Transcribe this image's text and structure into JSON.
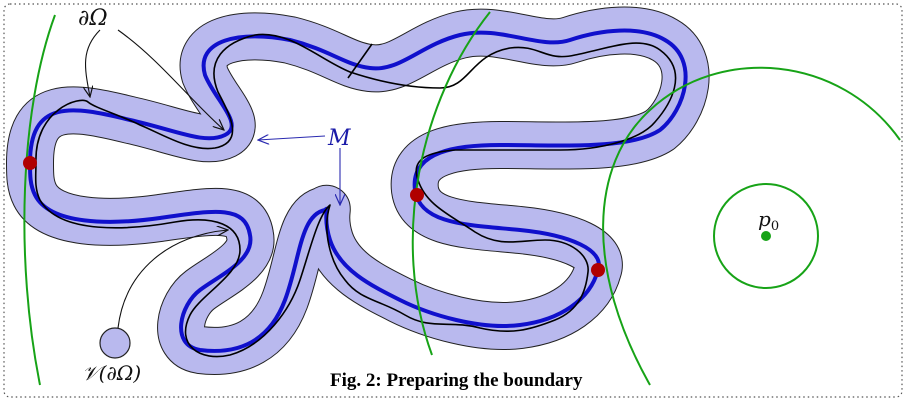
{
  "labels": {
    "boundary": "∂Ω",
    "manifold": "M",
    "neighborhood": "𝒱(∂Ω)",
    "point_base": "p",
    "point_sub": "0"
  },
  "caption": "Fig. 2: Preparing the boundary",
  "colors": {
    "tube_fill": "#b9b9ee",
    "tube_outline": "#222222",
    "manifold": "#1010cc",
    "boundary": "#000000",
    "arcs": "#17a317",
    "marker": "#b00000",
    "point": "#17a317",
    "annotation_blue": "#2a2ab0",
    "frame": "#555555"
  }
}
